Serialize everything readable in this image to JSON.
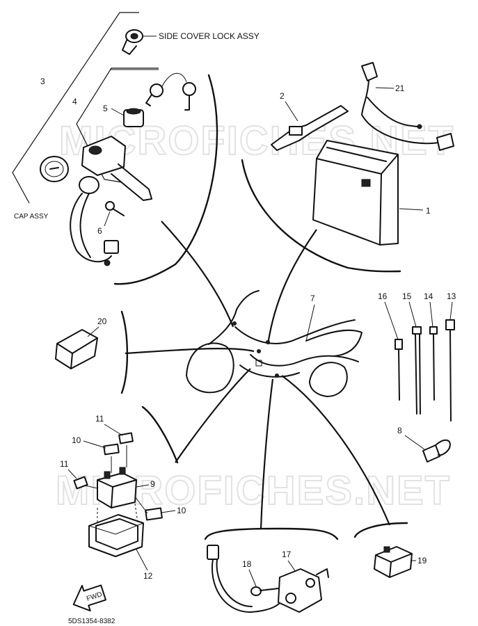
{
  "labels": {
    "side_cover_lock": "SIDE COVER LOCK ASSY",
    "cap_assy": "CAP ASSY",
    "p1": "1",
    "p2": "2",
    "p3": "3",
    "p4": "4",
    "p5": "5",
    "p6": "6",
    "p7": "7",
    "p8": "8",
    "p9": "9",
    "p10a": "10",
    "p10b": "10",
    "p11a": "11",
    "p11b": "11",
    "p12": "12",
    "p13": "13",
    "p14": "14",
    "p15": "15",
    "p16": "16",
    "p17": "17",
    "p18": "18",
    "p19": "19",
    "p20": "20",
    "p21": "21",
    "fwd": "FWD",
    "code": "5DS1354-8382"
  },
  "watermarks": [
    "MICROFICHES.NET",
    "MICROFICHES.NET"
  ]
}
